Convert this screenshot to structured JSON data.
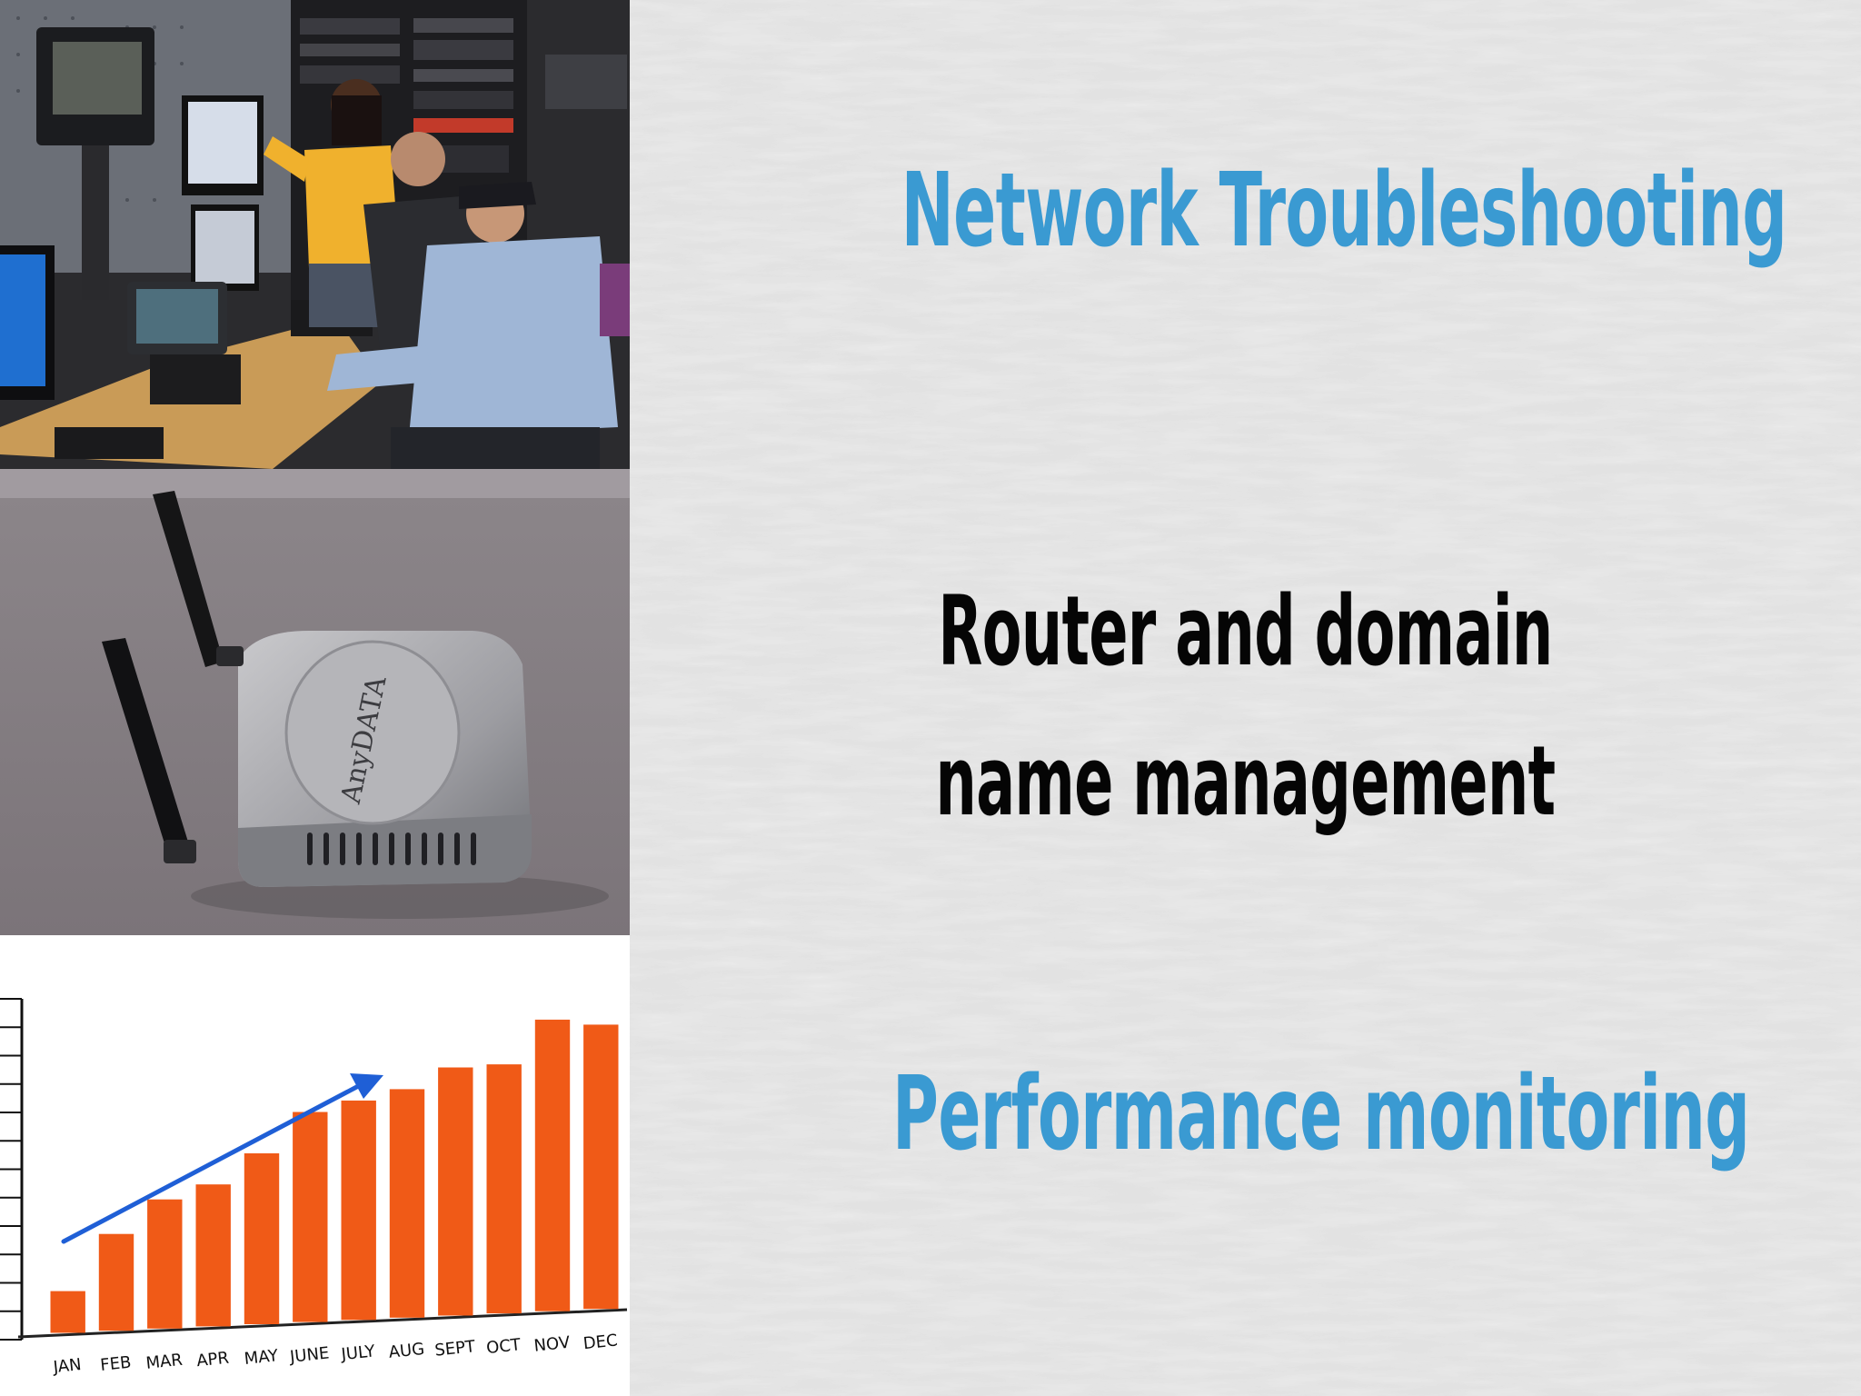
{
  "slide": {
    "heading_top": "Network Troubleshooting",
    "heading_middle_line1": "Router and domain",
    "heading_middle_line2": "name management",
    "heading_bottom": "Performance monitoring"
  },
  "colors": {
    "accent_blue": "#3a9ad2",
    "dark_text": "#050505",
    "bar_orange": "#f05a17",
    "arrow_blue": "#1f5fd6"
  },
  "router_photo": {
    "brand_label": "AnyDATA"
  },
  "chart_data": {
    "type": "bar",
    "categories": [
      "JAN",
      "FEB",
      "MAR",
      "APR",
      "MAY",
      "JUNE",
      "JULY",
      "AUG",
      "SEPT",
      "OCT",
      "NOV",
      "DEC"
    ],
    "values": [
      1.5,
      3.5,
      4.7,
      5.2,
      6.3,
      7.8,
      8.2,
      8.6,
      9.4,
      9.5,
      11.2,
      11.0
    ],
    "ylim": [
      0,
      12
    ],
    "grid": false,
    "trend_arrow": true
  }
}
